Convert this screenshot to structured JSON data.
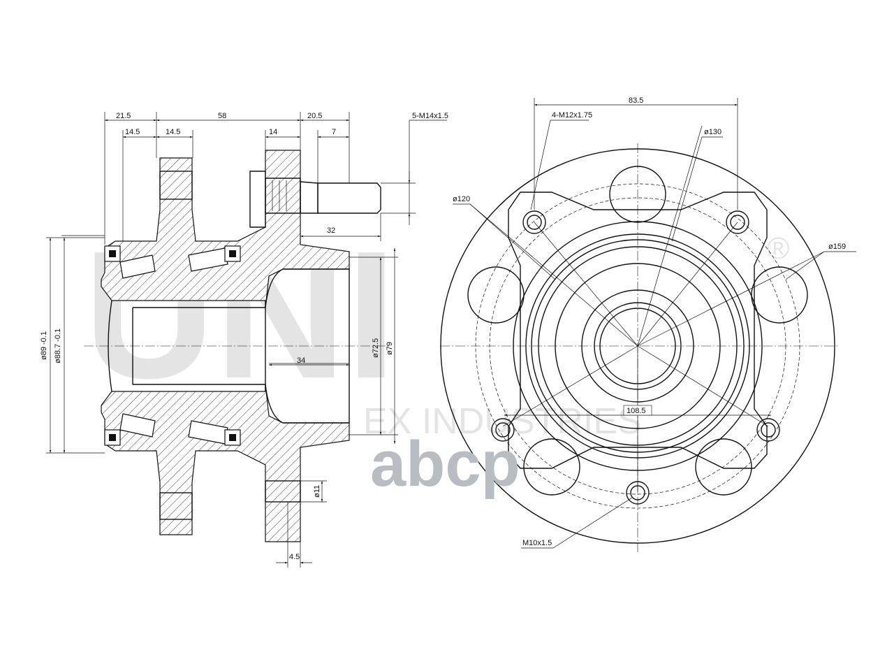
{
  "watermark": {
    "logo_text": "UNI",
    "registered_mark": "®",
    "tagline": "EX INDUSTRIES"
  },
  "brand": {
    "name": "abcp"
  },
  "side_view": {
    "dims_top": [
      "21.5",
      "58",
      "20.5",
      "5-M14x1.5"
    ],
    "dims_second": [
      "14.5",
      "14.5",
      "14",
      "7"
    ],
    "stud_length": "32",
    "bore_depth": "34",
    "dia_left_outer": "ø89 -0.1",
    "dia_left_inner": "ø88.7 -0.1",
    "dia_pilot": "ø72.5",
    "dia_hub": "ø79",
    "dia_hole": "ø11",
    "flange_offset": "4.5"
  },
  "front_view": {
    "width_top": "83.5",
    "thread_top": "4-M12x1.75",
    "pcd_130": "ø130",
    "pcd_120": "ø120",
    "dia_159": "ø159",
    "span_108": "108.5",
    "thread_bottom": "M10x1.5"
  }
}
